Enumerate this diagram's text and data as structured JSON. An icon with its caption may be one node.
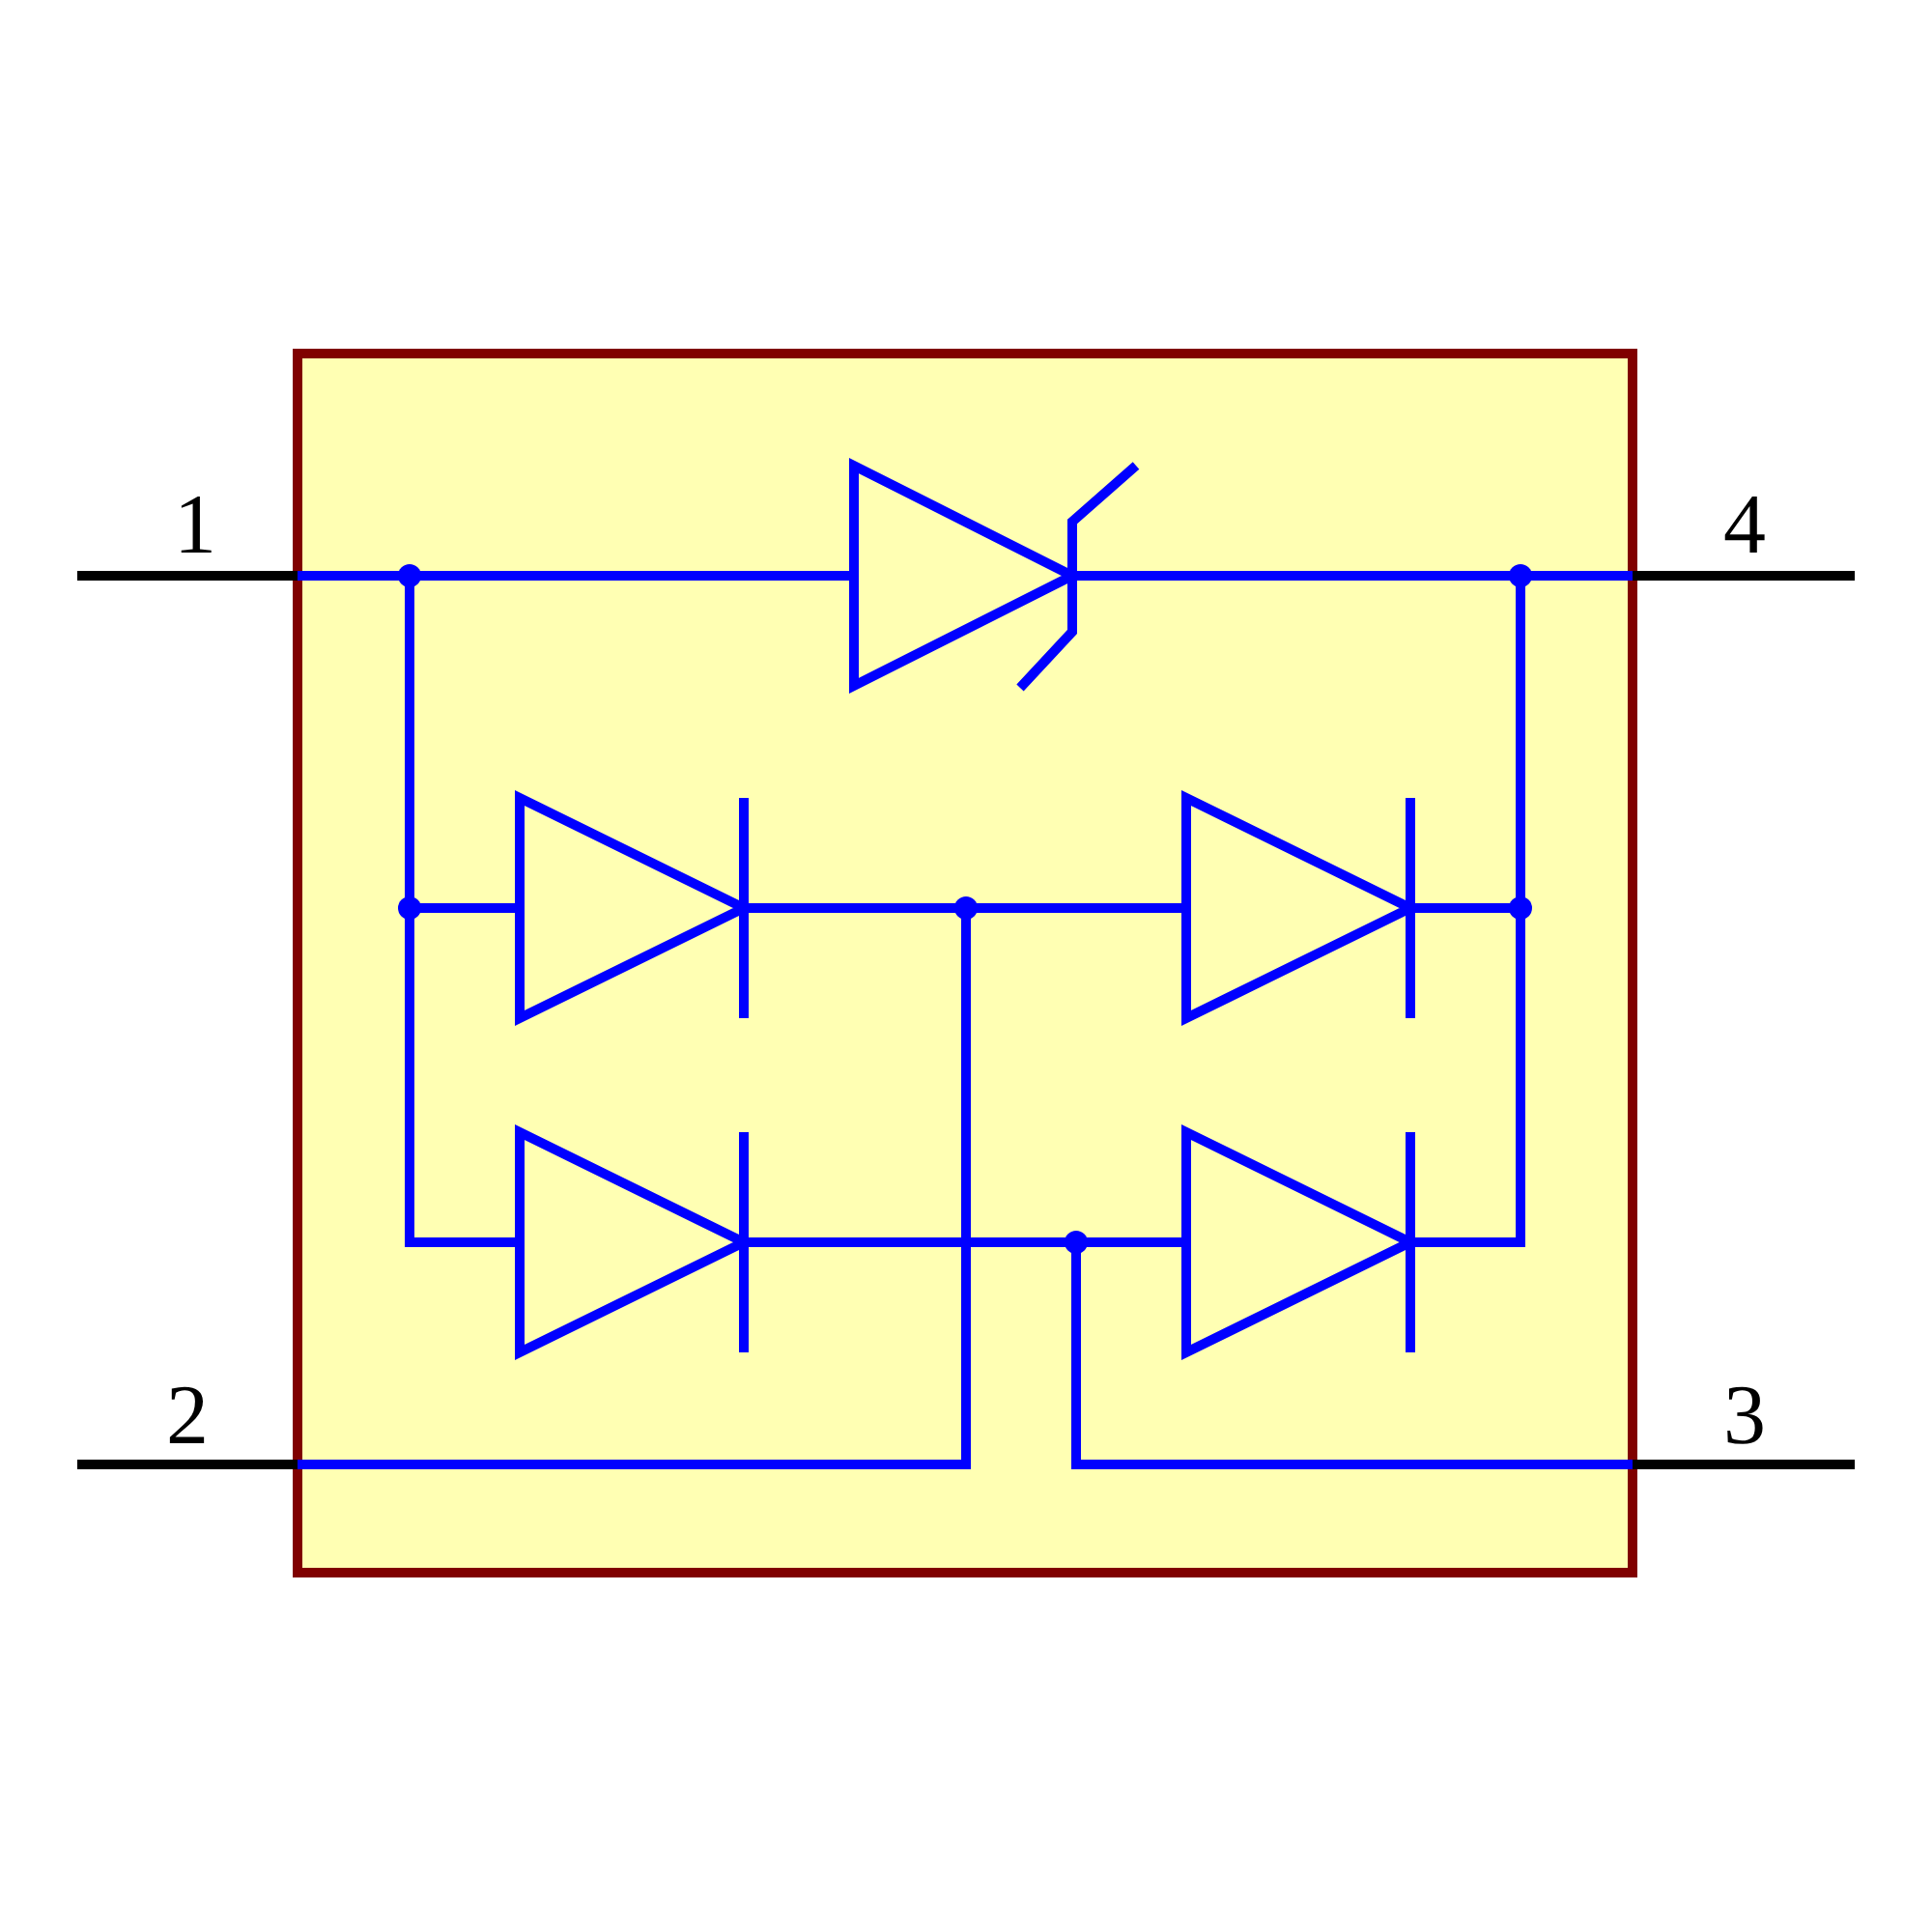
{
  "diagram": {
    "labels": [
      "1",
      "4",
      "2",
      "3"
    ]
  }
}
